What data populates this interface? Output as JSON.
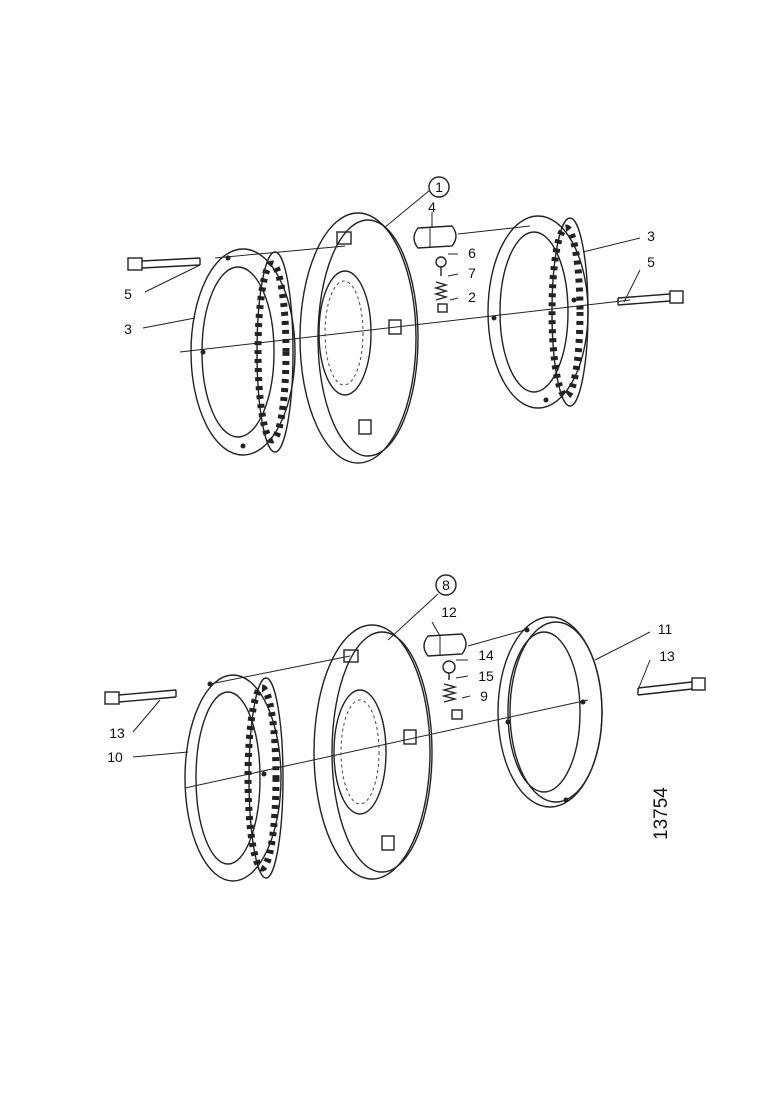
{
  "figure": {
    "image_number": "13754"
  },
  "upper_assembly": {
    "callouts": {
      "main": "1",
      "c4": "4",
      "c6": "6",
      "c7": "7",
      "c2": "2",
      "c3_left": "3",
      "c3_right": "3",
      "c5_left": "5",
      "c5_right": "5"
    }
  },
  "lower_assembly": {
    "callouts": {
      "main": "8",
      "c12": "12",
      "c14": "14",
      "c15": "15",
      "c9": "9",
      "c11": "11",
      "c13_left": "13",
      "c13_right": "13",
      "c10": "10"
    }
  }
}
